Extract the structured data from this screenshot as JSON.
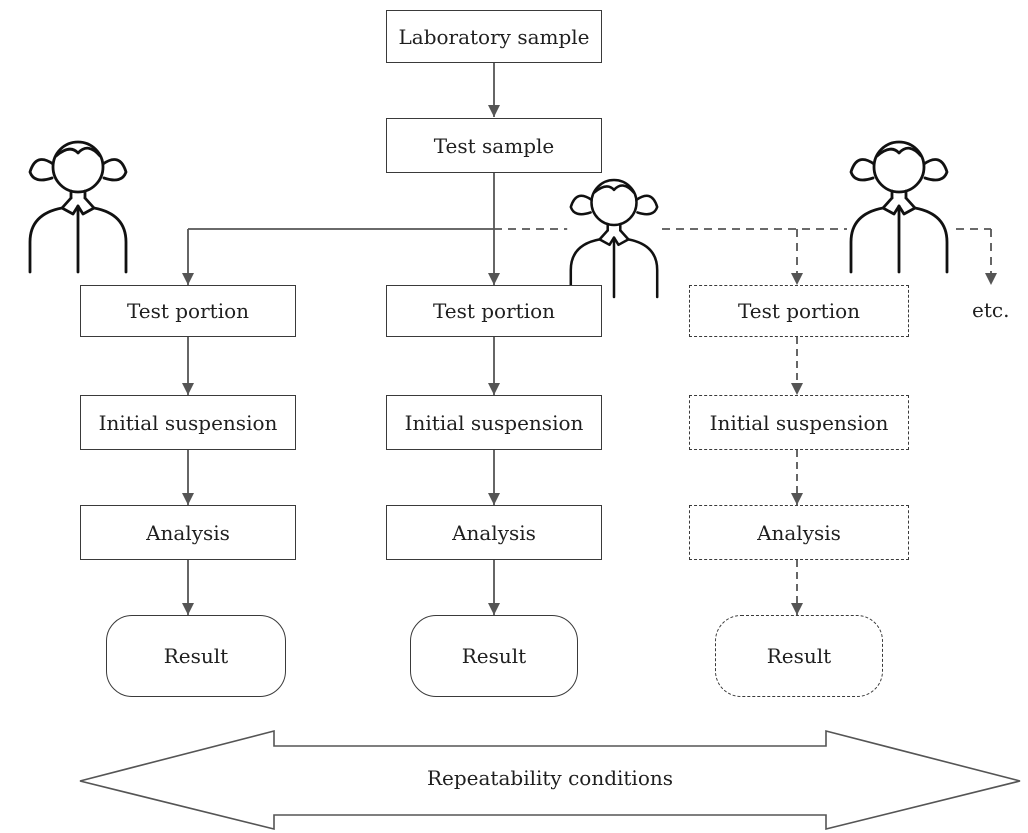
{
  "flow": {
    "lab_sample": "Laboratory sample",
    "test_sample": "Test sample",
    "etc": "etc.",
    "columns": [
      {
        "test_portion": "Test portion",
        "initial_suspension": "Initial suspension",
        "analysis": "Analysis",
        "result": "Result",
        "style": "solid"
      },
      {
        "test_portion": "Test portion",
        "initial_suspension": "Initial suspension",
        "analysis": "Analysis",
        "result": "Result",
        "style": "solid"
      },
      {
        "test_portion": "Test portion",
        "initial_suspension": "Initial suspension",
        "analysis": "Analysis",
        "result": "Result",
        "style": "dashed"
      }
    ]
  },
  "conditions_label": "Repeatability conditions",
  "icons": [
    "person-icon",
    "person-icon",
    "person-icon"
  ],
  "colors": {
    "line": "#555555",
    "border": "#3a3a3a",
    "text": "#1f1f1f"
  }
}
